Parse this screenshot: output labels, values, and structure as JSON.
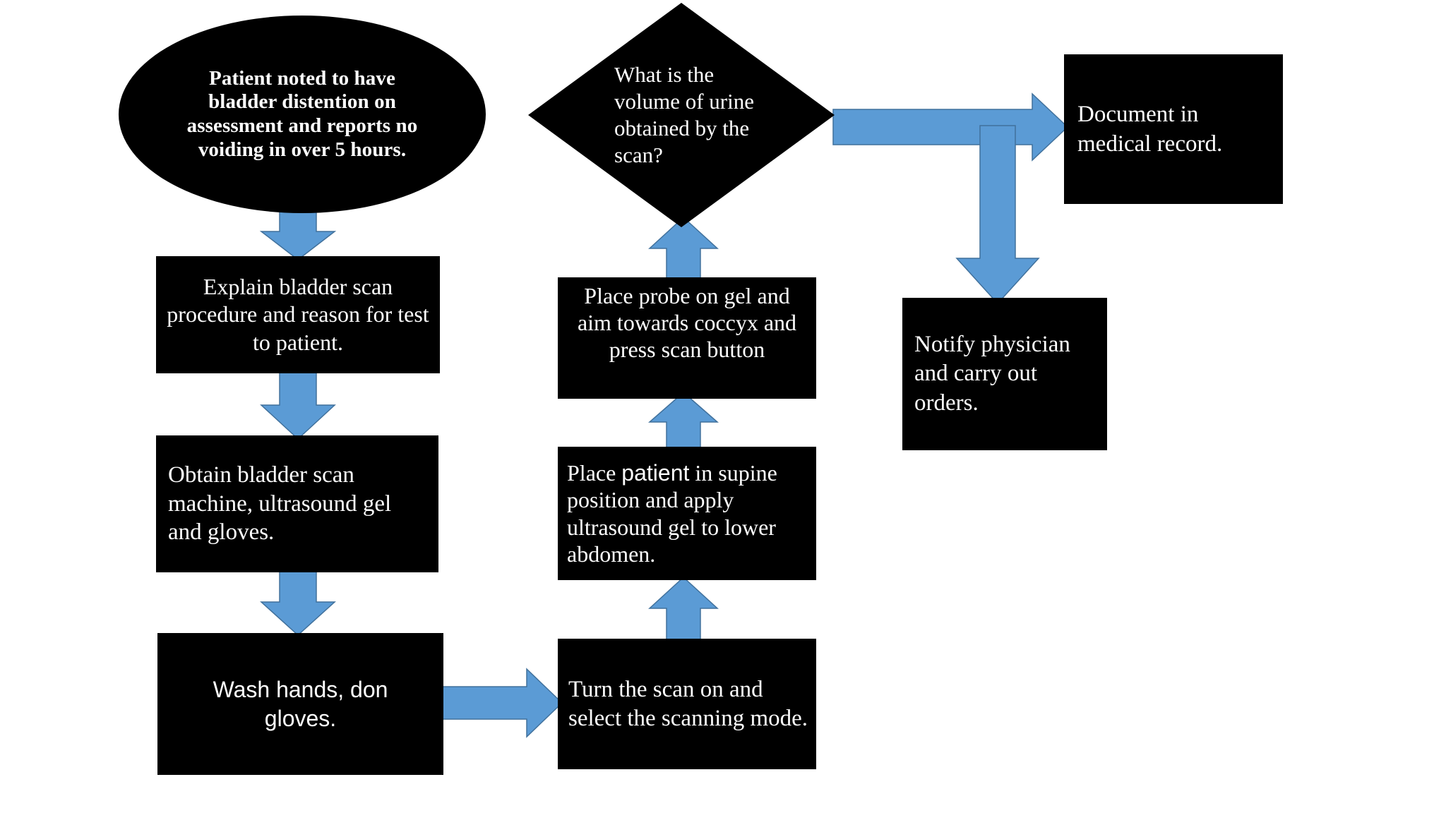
{
  "diagram": {
    "title_text_absent": true,
    "colors": {
      "node_fill": "#000000",
      "node_text": "#ffffff",
      "arrow_fill": "#5B9BD5",
      "arrow_stroke": "#41719C",
      "background": "#ffffff"
    },
    "nodes": {
      "start_ellipse": {
        "label": "Patient noted to have bladder distention on assessment and reports no voiding in over 5 hours.",
        "shape": "ellipse"
      },
      "explain_procedure": {
        "label": "Explain bladder scan procedure and reason for test to patient.",
        "shape": "rectangle"
      },
      "obtain_equipment": {
        "label": "Obtain bladder scan machine, ultrasound gel and gloves.",
        "shape": "rectangle"
      },
      "wash_hands": {
        "label": "Wash hands, don gloves.",
        "shape": "rectangle"
      },
      "turn_scan_on": {
        "label": "Turn the scan on and select the scanning mode.",
        "shape": "rectangle"
      },
      "place_patient_supine": {
        "label_part1": "Place ",
        "label_emphasis": "patient",
        "label_part2": " in supine position and apply ultrasound gel to lower abdomen.",
        "label": "Place patient in supine position and apply ultrasound gel to lower abdomen.",
        "shape": "rectangle"
      },
      "place_probe": {
        "label": "Place probe on gel and aim towards coccyx and press scan button",
        "shape": "rectangle"
      },
      "decision_volume": {
        "label": "What is the volume of urine obtained by the scan?",
        "shape": "diamond"
      },
      "document_record": {
        "label": "Document in medical record.",
        "shape": "rectangle"
      },
      "notify_physician": {
        "label": "Notify physician and carry out orders.",
        "shape": "rectangle"
      }
    },
    "edges": [
      {
        "name": "start-to-explain",
        "from": "start_ellipse",
        "to": "explain_procedure",
        "direction": "down",
        "label": ""
      },
      {
        "name": "explain-to-obtain",
        "from": "explain_procedure",
        "to": "obtain_equipment",
        "direction": "down",
        "label": ""
      },
      {
        "name": "obtain-to-wash",
        "from": "obtain_equipment",
        "to": "wash_hands",
        "direction": "down",
        "label": ""
      },
      {
        "name": "wash-to-turnscan",
        "from": "wash_hands",
        "to": "turn_scan_on",
        "direction": "right",
        "label": ""
      },
      {
        "name": "turnscan-to-placepatient",
        "from": "turn_scan_on",
        "to": "place_patient_supine",
        "direction": "up",
        "label": ""
      },
      {
        "name": "placepatient-to-probe",
        "from": "place_patient_supine",
        "to": "place_probe",
        "direction": "up",
        "label": ""
      },
      {
        "name": "probe-to-decision",
        "from": "place_probe",
        "to": "decision_volume",
        "direction": "up",
        "label": ""
      },
      {
        "name": "decision-to-document",
        "from": "decision_volume",
        "to": "document_record",
        "direction": "right",
        "label": ""
      },
      {
        "name": "document-to-notify",
        "from": "document_record",
        "to": "notify_physician",
        "direction": "down",
        "label": ""
      }
    ]
  }
}
